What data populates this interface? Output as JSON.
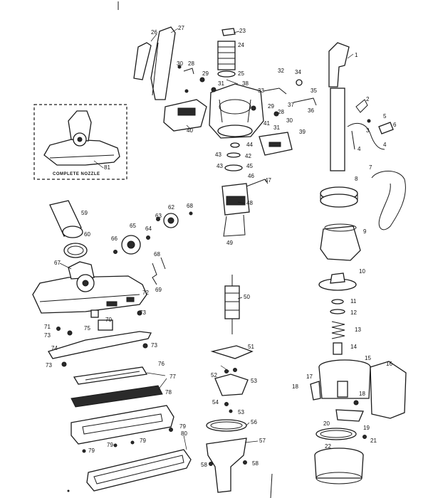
{
  "inset": {
    "label": "COMPLETE NOZZLE",
    "number": "81"
  },
  "callouts": [
    {
      "id": "c1",
      "text": "1"
    },
    {
      "id": "c2",
      "text": "2"
    },
    {
      "id": "c3",
      "text": "3"
    },
    {
      "id": "c4a",
      "text": "4"
    },
    {
      "id": "c4b",
      "text": "4"
    },
    {
      "id": "c5",
      "text": "5"
    },
    {
      "id": "c6",
      "text": "6"
    },
    {
      "id": "c7",
      "text": "7"
    },
    {
      "id": "c8",
      "text": "8"
    },
    {
      "id": "c9",
      "text": "9"
    },
    {
      "id": "c10",
      "text": "10"
    },
    {
      "id": "c11",
      "text": "11"
    },
    {
      "id": "c12",
      "text": "12"
    },
    {
      "id": "c13",
      "text": "13"
    },
    {
      "id": "c14",
      "text": "14"
    },
    {
      "id": "c15",
      "text": "15"
    },
    {
      "id": "c16",
      "text": "16"
    },
    {
      "id": "c17",
      "text": "17"
    },
    {
      "id": "c18a",
      "text": "18"
    },
    {
      "id": "c18b",
      "text": "18"
    },
    {
      "id": "c19",
      "text": "19"
    },
    {
      "id": "c20",
      "text": "20"
    },
    {
      "id": "c21",
      "text": "21"
    },
    {
      "id": "c22",
      "text": "22"
    },
    {
      "id": "c23",
      "text": "23"
    },
    {
      "id": "c24",
      "text": "24"
    },
    {
      "id": "c25",
      "text": "25"
    },
    {
      "id": "c26",
      "text": "26"
    },
    {
      "id": "c27",
      "text": "27"
    },
    {
      "id": "c28a",
      "text": "28"
    },
    {
      "id": "c28b",
      "text": "28"
    },
    {
      "id": "c29a",
      "text": "29"
    },
    {
      "id": "c29b",
      "text": "29"
    },
    {
      "id": "c30a",
      "text": "30"
    },
    {
      "id": "c30b",
      "text": "30"
    },
    {
      "id": "c31a",
      "text": "31"
    },
    {
      "id": "c31b",
      "text": "31"
    },
    {
      "id": "c32",
      "text": "32"
    },
    {
      "id": "c33",
      "text": "33"
    },
    {
      "id": "c34",
      "text": "34"
    },
    {
      "id": "c35",
      "text": "35"
    },
    {
      "id": "c36",
      "text": "36"
    },
    {
      "id": "c37",
      "text": "37"
    },
    {
      "id": "c38",
      "text": "38"
    },
    {
      "id": "c39",
      "text": "39"
    },
    {
      "id": "c40",
      "text": "40"
    },
    {
      "id": "c41",
      "text": "41"
    },
    {
      "id": "c42",
      "text": "42"
    },
    {
      "id": "c43a",
      "text": "43"
    },
    {
      "id": "c43b",
      "text": "43"
    },
    {
      "id": "c44",
      "text": "44"
    },
    {
      "id": "c45",
      "text": "45"
    },
    {
      "id": "c46",
      "text": "46"
    },
    {
      "id": "c47",
      "text": "47"
    },
    {
      "id": "c48",
      "text": "48"
    },
    {
      "id": "c49",
      "text": "49"
    },
    {
      "id": "c50",
      "text": "50"
    },
    {
      "id": "c51",
      "text": "51"
    },
    {
      "id": "c52",
      "text": "52"
    },
    {
      "id": "c53a",
      "text": "53"
    },
    {
      "id": "c53b",
      "text": "53"
    },
    {
      "id": "c54",
      "text": "54"
    },
    {
      "id": "c56",
      "text": "56"
    },
    {
      "id": "c57",
      "text": "57"
    },
    {
      "id": "c58a",
      "text": "58"
    },
    {
      "id": "c58b",
      "text": "58"
    },
    {
      "id": "c59",
      "text": "59"
    },
    {
      "id": "c60",
      "text": "60"
    },
    {
      "id": "c62",
      "text": "62"
    },
    {
      "id": "c63",
      "text": "63"
    },
    {
      "id": "c64",
      "text": "64"
    },
    {
      "id": "c65",
      "text": "65"
    },
    {
      "id": "c66",
      "text": "66"
    },
    {
      "id": "c67",
      "text": "67"
    },
    {
      "id": "c68a",
      "text": "68"
    },
    {
      "id": "c68b",
      "text": "68"
    },
    {
      "id": "c69",
      "text": "69"
    },
    {
      "id": "c70",
      "text": "70"
    },
    {
      "id": "c71",
      "text": "71"
    },
    {
      "id": "c72",
      "text": "72"
    },
    {
      "id": "c73a",
      "text": "73"
    },
    {
      "id": "c73b",
      "text": "73"
    },
    {
      "id": "c73c",
      "text": "73"
    },
    {
      "id": "c73d",
      "text": "73"
    },
    {
      "id": "c74",
      "text": "74"
    },
    {
      "id": "c75",
      "text": "75"
    },
    {
      "id": "c76",
      "text": "76"
    },
    {
      "id": "c77",
      "text": "77"
    },
    {
      "id": "c78",
      "text": "78"
    },
    {
      "id": "c79a",
      "text": "79"
    },
    {
      "id": "c79b",
      "text": "79"
    },
    {
      "id": "c79c",
      "text": "79"
    },
    {
      "id": "c79d",
      "text": "79"
    },
    {
      "id": "c80",
      "text": "80"
    }
  ]
}
